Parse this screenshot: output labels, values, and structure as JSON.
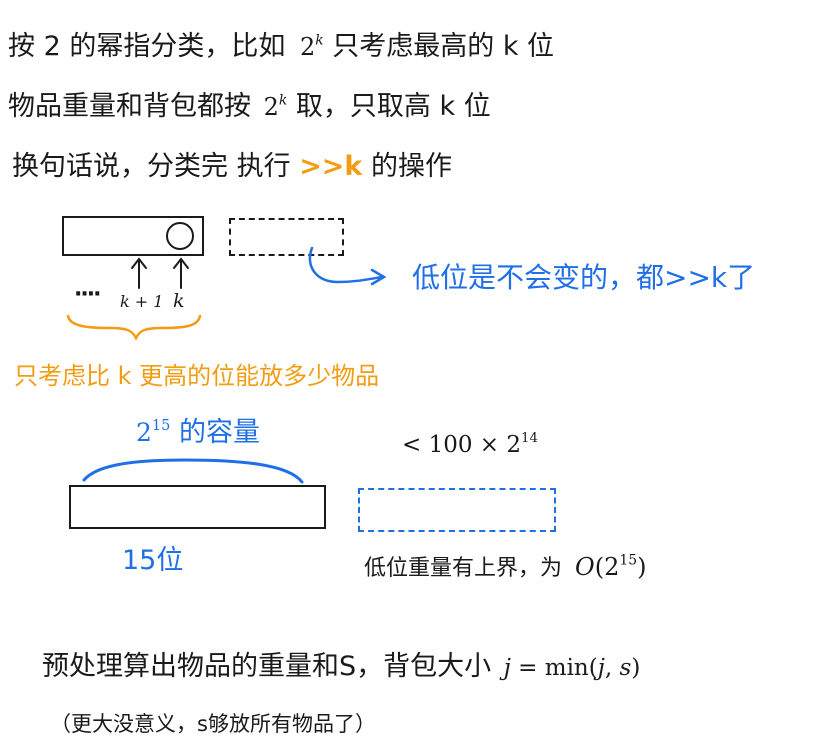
{
  "line1": {
    "pre": "按 2 的幂指分类，比如",
    "base": "2",
    "exp": "k",
    "post": "只考虑最高的 k 位"
  },
  "line2": {
    "pre": "物品重量和背包都按",
    "base": "2",
    "exp": "k",
    "post": "取，只取高 k 位"
  },
  "line3": {
    "pre": "换句话说，分类完 执行",
    "op": ">>k",
    "post": "的操作"
  },
  "diagram1": {
    "label_k1": "k + 1",
    "label_k": "k",
    "dots": "····",
    "arrow_text": "低位是不会变的，都>>k了",
    "brace_caption": "只考虑比 k 更高的位能放多少物品"
  },
  "diagram2": {
    "cap_base": "2",
    "cap_exp": "15",
    "cap_text": "的容量",
    "bound_pre": "< 100 × 2",
    "bound_exp": "14",
    "bits_label": "15位",
    "low_bound_text": "低位重量有上界，为",
    "low_bound_O": "O",
    "low_bound_base": "2",
    "low_bound_exp": "15"
  },
  "footer": {
    "line1_text": "预处理算出物品的重量和S，背包大小",
    "formula_j": "j",
    "formula_eq": " = min(",
    "formula_j2": "j",
    "formula_comma": ", ",
    "formula_s": "s",
    "formula_close": ")",
    "note": "（更大没意义，s够放所有物品了）"
  },
  "colors": {
    "orange": "#f39c12",
    "blue": "#1f6fe6",
    "ink": "#1a1a1a"
  }
}
